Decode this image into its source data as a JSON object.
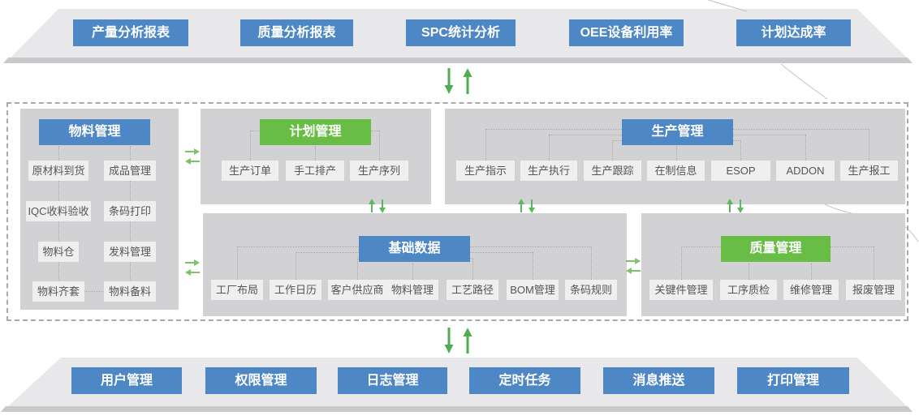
{
  "top_bar": {
    "items": [
      "产量分析报表",
      "质量分析报表",
      "SPC统计分析",
      "OEE设备利用率",
      "计划达成率"
    ]
  },
  "modules": {
    "material": {
      "title": "物料管理",
      "items": [
        "原材料到货",
        "成品管理",
        "IQC收料验收",
        "条码打印",
        "物料仓",
        "发料管理",
        "物料齐套",
        "物料备料"
      ]
    },
    "plan": {
      "title": "计划管理",
      "items": [
        "生产订单",
        "手工排产",
        "生产序列"
      ]
    },
    "production": {
      "title": "生产管理",
      "items": [
        "生产指示",
        "生产执行",
        "生产跟踪",
        "在制信息",
        "ESOP",
        "ADDON",
        "生产报工"
      ]
    },
    "base": {
      "title": "基础数据",
      "items": [
        "工厂布局",
        "工作日历",
        "客户供应商",
        "物料管理",
        "工艺路径",
        "BOM管理",
        "条码规则"
      ]
    },
    "quality": {
      "title": "质量管理",
      "items": [
        "关键件管理",
        "工序质检",
        "维修管理",
        "报废管理"
      ]
    }
  },
  "bottom_bar": {
    "items": [
      "用户管理",
      "权限管理",
      "日志管理",
      "定时任务",
      "消息推送",
      "打印管理"
    ]
  },
  "colors": {
    "blue": "#4e87c5",
    "green": "#68bd45",
    "arrow_green": "#52ad52",
    "panel_gray": "#d2d2d4",
    "bar_gray": "#e8e8ea",
    "item_gray": "#efeff0",
    "item_text": "#555555",
    "dash_border": "#a9a9a9"
  }
}
